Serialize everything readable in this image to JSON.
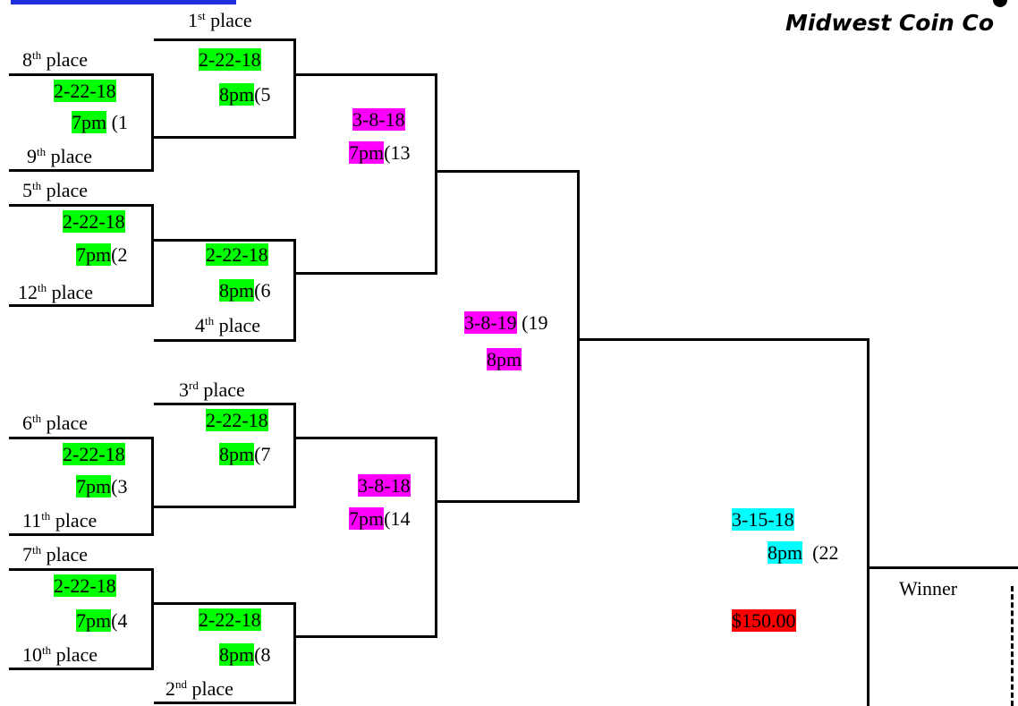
{
  "logo": {
    "text": "Midwest Coin Co"
  },
  "colors": {
    "green": "#00ff00",
    "magenta": "#ff00ff",
    "cyan": "#00ffff",
    "red": "#ff0000",
    "link_bar": "#1f2fe0"
  },
  "places": {
    "p1": "1",
    "p1_sup": "st",
    "p8": "8",
    "p8_sup": "th",
    "p9": "9",
    "p9_sup": "th",
    "p5": "5",
    "p5_sup": "th",
    "p12": "12",
    "p12_sup": "th",
    "p4": "4",
    "p4_sup": "th",
    "p3": "3",
    "p3_sup": "rd",
    "p6": "6",
    "p6_sup": "th",
    "p11": "11",
    "p11_sup": "th",
    "p7": "7",
    "p7_sup": "th",
    "p10": "10",
    "p10_sup": "th",
    "p2": "2",
    "p2_sup": "nd",
    "word": " place"
  },
  "games": {
    "g1": {
      "date": "2-22-18",
      "time": "7pm",
      "num": " (1"
    },
    "g2": {
      "date": "2-22-18",
      "time": "7pm",
      "num": "(2"
    },
    "g3": {
      "date": "2-22-18",
      "time": "7pm",
      "num": "(3"
    },
    "g4": {
      "date": "2-22-18",
      "time": "7pm",
      "num": "(4"
    },
    "g5": {
      "date": "2-22-18",
      "time": "8pm",
      "num": "(5"
    },
    "g6": {
      "date": "2-22-18",
      "time": "8pm",
      "num": "(6"
    },
    "g7": {
      "date": "2-22-18",
      "time": "8pm",
      "num": "(7"
    },
    "g8": {
      "date": "2-22-18",
      "time": "8pm",
      "num": "(8"
    },
    "g13": {
      "date": "3-8-18",
      "time": "7pm",
      "num": "(13"
    },
    "g14": {
      "date": "3-8-18",
      "time": "7pm",
      "num": "(14"
    },
    "g19": {
      "date": "3-8-19",
      "num": " (19",
      "time": "8pm"
    },
    "g22": {
      "date": "3-15-18",
      "time": "8pm",
      "num": "  (22"
    }
  },
  "prize": "$150.00",
  "winner": "Winner"
}
